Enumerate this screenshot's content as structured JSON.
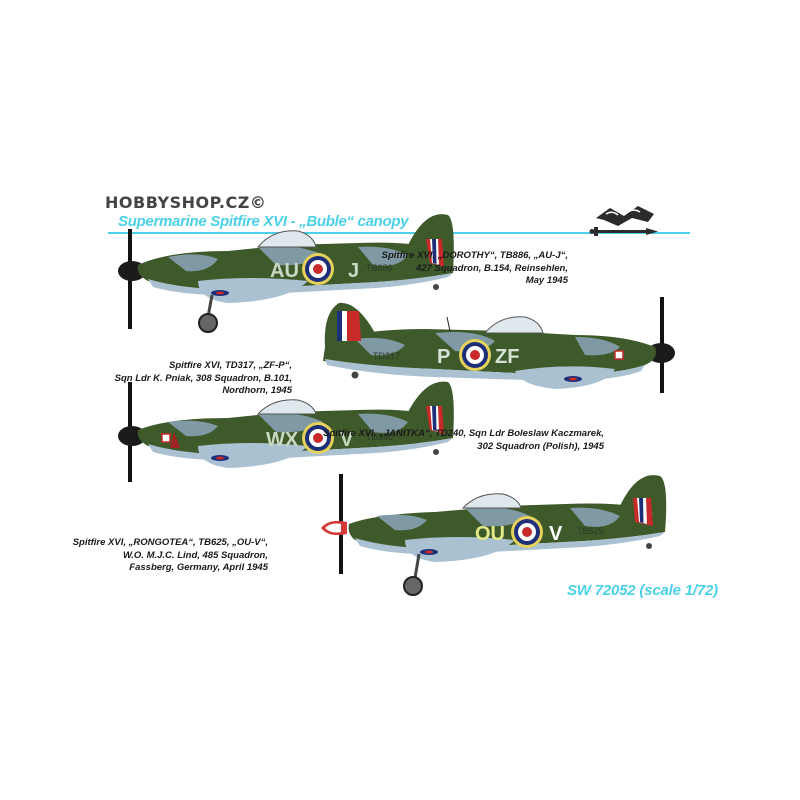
{
  "watermark": "HOBBYSHOP.CZ©",
  "title": "Supermarine Spitfire XVI - „Buble“ canopy",
  "logo_icon": "sword-logo-icon",
  "product_code": "SW 72052 (scale 1/72)",
  "colors": {
    "accent": "#4ad1e8",
    "camo_green": "#3f5a2a",
    "camo_grey": "#7f9aa4",
    "underside": "#a9c1d1",
    "roundel_blue": "#1e2f7a",
    "roundel_red": "#c82a2a",
    "code_letters": "#c9d8c3"
  },
  "aircraft": [
    {
      "caption": [
        "Spitfire XVI, „DOROTHY“, TB886, „AU-J“,",
        "427 Squadron, B.154, Reinsehlen,",
        "May 1945"
      ],
      "code_left": "AU",
      "code_right": "J",
      "serial": "TB886"
    },
    {
      "caption": [
        "Spitfire XVI, TD317, „ZF-P“,",
        "Sqn Ldr K. Pniak, 308 Squadron, B.101,",
        "Nordhorn, 1945"
      ],
      "code_left": "P",
      "code_right": "ZF",
      "serial": "TD317"
    },
    {
      "caption": [
        "Spitfire XVI, „JANITKA“, TD240, Sqn Ldr Boleslaw Kaczmarek,",
        "302 Squadron (Polish), 1945"
      ],
      "code_left": "WX",
      "code_right": "V",
      "serial": "TD240"
    },
    {
      "caption": [
        "Spitfire XVI, „RONGOTEA“, TB625, „OU-V“,",
        "W.O. M.J.C. Lind, 485 Squadron,",
        "Fassberg, Germany, April 1945"
      ],
      "code_left": "OU",
      "code_right": "V",
      "serial": "TB625"
    }
  ]
}
